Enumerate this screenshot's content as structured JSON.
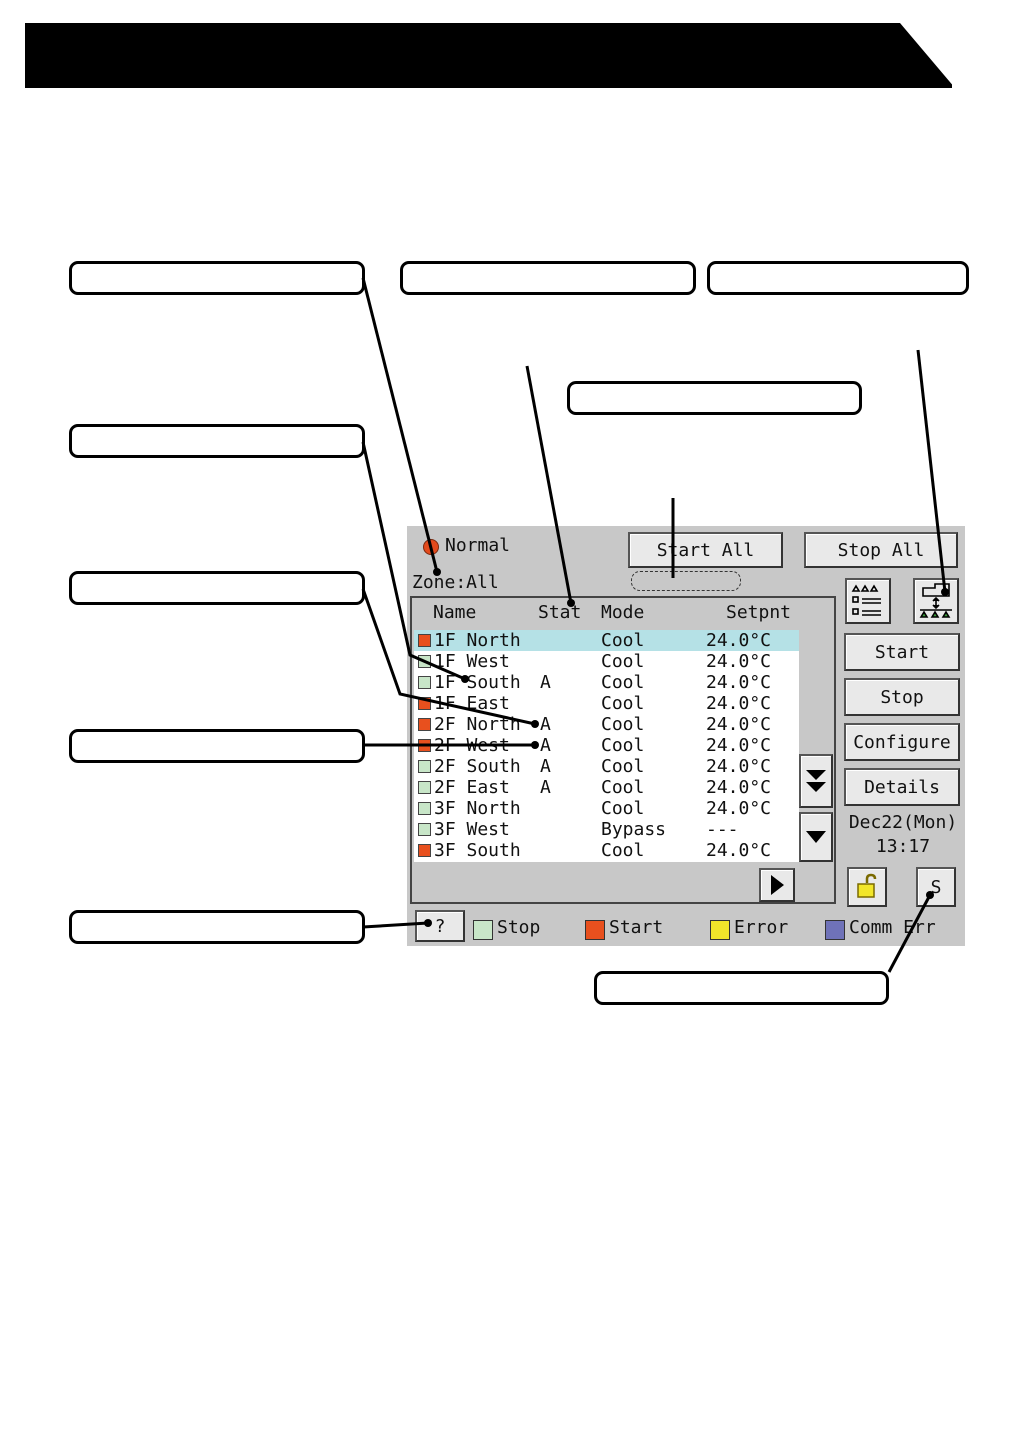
{
  "status": {
    "label": "Normal",
    "color": "#e34a1c"
  },
  "zone": "Zone:All",
  "buttons": {
    "start_all": "Start All",
    "stop_all": "Stop All",
    "start": "Start",
    "stop": "Stop",
    "configure": "Configure",
    "details": "Details",
    "help": "?",
    "s": "S"
  },
  "table": {
    "headers": {
      "name": "Name",
      "stat": "Stat",
      "mode": "Mode",
      "setpoint": "Setpnt"
    },
    "rows": [
      {
        "name": "1F North",
        "stat": "",
        "mode": "Cool",
        "setpoint": "24.0°C",
        "state": "start",
        "selected": true
      },
      {
        "name": "1F West",
        "stat": "",
        "mode": "Cool",
        "setpoint": "24.0°C",
        "state": "stop"
      },
      {
        "name": "1F South",
        "stat": "A",
        "mode": "Cool",
        "setpoint": "24.0°C",
        "state": "stop"
      },
      {
        "name": "1F East",
        "stat": "",
        "mode": "Cool",
        "setpoint": "24.0°C",
        "state": "start"
      },
      {
        "name": "2F North",
        "stat": "A",
        "mode": "Cool",
        "setpoint": "24.0°C",
        "state": "start"
      },
      {
        "name": "2F West",
        "stat": "A",
        "mode": "Cool",
        "setpoint": "24.0°C",
        "state": "start"
      },
      {
        "name": "2F South",
        "stat": "A",
        "mode": "Cool",
        "setpoint": "24.0°C",
        "state": "stop"
      },
      {
        "name": "2F East",
        "stat": "A",
        "mode": "Cool",
        "setpoint": "24.0°C",
        "state": "stop"
      },
      {
        "name": "3F North",
        "stat": "",
        "mode": "Cool",
        "setpoint": "24.0°C",
        "state": "stop"
      },
      {
        "name": "3F West",
        "stat": "",
        "mode": "Bypass",
        "setpoint": "---",
        "state": "stop"
      },
      {
        "name": "3F South",
        "stat": "",
        "mode": "Cool",
        "setpoint": "24.0°C",
        "state": "start"
      }
    ]
  },
  "datetime": {
    "date": "Dec22(Mon)",
    "time": "13:17"
  },
  "legend": [
    {
      "label": "Stop",
      "color": "#c8e6c8"
    },
    {
      "label": "Start",
      "color": "#e8501e"
    },
    {
      "label": "Error",
      "color": "#f2e62a"
    },
    {
      "label": "Comm Err",
      "color": "#6f72b8"
    }
  ],
  "icons": [
    "list-view-icon",
    "layout-view-icon",
    "page-down-double-icon",
    "scroll-down-icon",
    "scroll-right-icon",
    "unlock-icon"
  ],
  "colors": {
    "selected_row": "#b5e1e6",
    "panel_bg": "#c8c8c8"
  }
}
